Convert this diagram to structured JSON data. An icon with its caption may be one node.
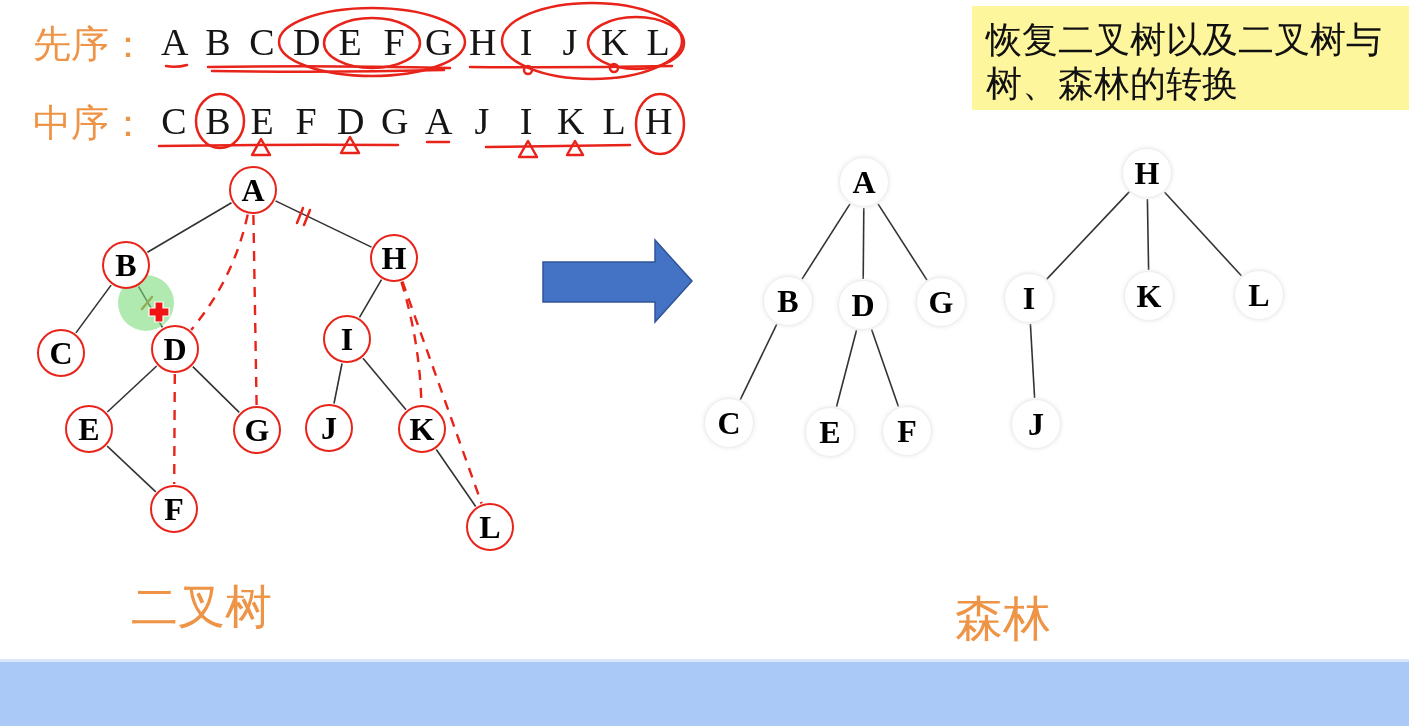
{
  "diagram": {
    "title": "恢复二叉树以及二叉树与树、森林的转换",
    "nodes": [
      {
        "text": [
          "A"
        ]
      },
      {
        "text": [
          "B"
        ]
      },
      {
        "text": [
          "C"
        ]
      },
      {
        "text": [
          "D"
        ]
      },
      {
        "text": [
          "E"
        ]
      },
      {
        "text": [
          "F"
        ]
      },
      {
        "text": [
          "G"
        ]
      },
      {
        "text": [
          "H"
        ]
      },
      {
        "text": [
          "I"
        ]
      },
      {
        "text": [
          "J"
        ]
      },
      {
        "text": [
          "K"
        ]
      },
      {
        "text": [
          "L"
        ]
      },
      {
        "text": [
          "A"
        ]
      },
      {
        "text": [
          "B"
        ]
      },
      {
        "text": [
          "C"
        ]
      },
      {
        "text": [
          "D"
        ]
      },
      {
        "text": [
          "E"
        ]
      },
      {
        "text": [
          "F"
        ]
      },
      {
        "text": [
          "G"
        ]
      },
      {
        "text": [
          "H"
        ]
      },
      {
        "text": [
          "I"
        ]
      },
      {
        "text": [
          "J"
        ]
      },
      {
        "text": [
          "K"
        ]
      },
      {
        "text": [
          "L"
        ]
      }
    ],
    "edges": [
      {
        "from": 0,
        "to": 1,
        "arrow": "none"
      },
      {
        "from": 0,
        "to": 7,
        "arrow": "none"
      },
      {
        "from": 1,
        "to": 2,
        "arrow": "none"
      },
      {
        "from": 1,
        "to": 3,
        "arrow": "none"
      },
      {
        "from": 3,
        "to": 4,
        "arrow": "none"
      },
      {
        "from": 3,
        "to": 6,
        "arrow": "none"
      },
      {
        "from": 4,
        "to": 5,
        "arrow": "none"
      },
      {
        "from": 7,
        "to": 8,
        "arrow": "none"
      },
      {
        "from": 8,
        "to": 9,
        "arrow": "none"
      },
      {
        "from": 8,
        "to": 10,
        "arrow": "none"
      },
      {
        "from": 10,
        "to": 11,
        "arrow": "none"
      },
      {
        "from": 0,
        "to": 3,
        "arrow": "none",
        "style": "dashed",
        "color": "#e8231a"
      },
      {
        "from": 0,
        "to": 6,
        "arrow": "none",
        "style": "dashed",
        "color": "#e8231a"
      },
      {
        "from": 3,
        "to": 5,
        "arrow": "none",
        "style": "dashed",
        "color": "#e8231a"
      },
      {
        "from": 7,
        "to": 10,
        "arrow": "none",
        "style": "dashed",
        "color": "#e8231a"
      },
      {
        "from": 7,
        "to": 11,
        "arrow": "none",
        "style": "dashed",
        "color": "#e8231a"
      },
      {
        "from": 12,
        "to": 13,
        "arrow": "none"
      },
      {
        "from": 12,
        "to": 15,
        "arrow": "none"
      },
      {
        "from": 12,
        "to": 18,
        "arrow": "none"
      },
      {
        "from": 13,
        "to": 14,
        "arrow": "none"
      },
      {
        "from": 15,
        "to": 16,
        "arrow": "none"
      },
      {
        "from": 15,
        "to": 17,
        "arrow": "none"
      },
      {
        "from": 19,
        "to": 20,
        "arrow": "none"
      },
      {
        "from": 19,
        "to": 22,
        "arrow": "none"
      },
      {
        "from": 19,
        "to": 23,
        "arrow": "none"
      },
      {
        "from": 20,
        "to": 21,
        "arrow": "none"
      }
    ],
    "labels": [
      "先序：",
      "A",
      "B",
      "C",
      "D",
      "E",
      "F",
      "G",
      "H",
      "I",
      "J",
      "K",
      "L",
      "中序：",
      "C",
      "B",
      "E",
      "F",
      "D",
      "G",
      "A",
      "J",
      "I",
      "K",
      "L",
      "H",
      "二叉树",
      "森林"
    ]
  }
}
